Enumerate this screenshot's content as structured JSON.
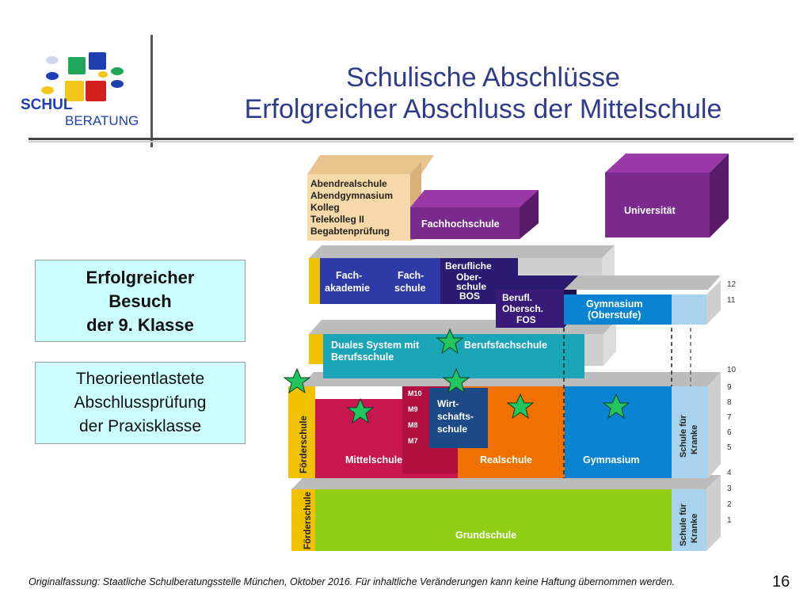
{
  "logo": {
    "line1": "SCHUL",
    "line2": "BERATUNG"
  },
  "title": {
    "line1": "Schulische Abschlüsse",
    "line2": "Erfolgreicher Abschluss der Mittelschule"
  },
  "box1": {
    "line1": "Erfolgreicher",
    "line2": "Besuch",
    "line3": "der 9. Klasse"
  },
  "box2": {
    "line1": "Theorieentlastete",
    "line2": "Abschlussprüfung",
    "line3": "der Praxisklasse"
  },
  "diagram": {
    "abend": [
      "Abendrealschule",
      "Abendgymnasium",
      "Kolleg",
      "Telekolleg II",
      "Begabtenprüfung"
    ],
    "fachhochschule": "Fachhochschule",
    "universitaet": "Universität",
    "fachakademie": [
      "Fach-",
      "akademie"
    ],
    "fachschule": [
      "Fach-",
      "schule"
    ],
    "bos": [
      "Berufliche",
      "Ober-",
      "schule",
      "BOS"
    ],
    "fos": [
      "Berufl.",
      "Obersch.",
      "FOS"
    ],
    "gym_oberstufe": [
      "Gymnasium",
      "(Oberstufe)"
    ],
    "duales": [
      "Duales System mit",
      "Berufsschule"
    ],
    "berufsfachschule": "Berufsfachschule",
    "foerderschule": "Förderschule",
    "mittelschule": "Mittelschule",
    "m_classes": [
      "M10",
      "M9",
      "M8",
      "M7"
    ],
    "wirtschaftsschule": [
      "Wirt-",
      "schafts-",
      "schule"
    ],
    "realschule": "Realschule",
    "gymnasium": "Gymnasium",
    "schule_fuer_kranke": [
      "Schule für",
      "Kranke"
    ],
    "grundschule": "Grundschule",
    "grades_upper": [
      "12",
      "11"
    ],
    "grades_mid": [
      "10",
      "9",
      "8",
      "7",
      "6",
      "5"
    ],
    "grades_low": [
      "4",
      "3",
      "2",
      "1"
    ]
  },
  "footer": "Originalfassung: Staatliche Schulberatungsstelle München, Oktober 2016.  Für inhaltliche Veränderungen kann keine Haftung übernommen werden.",
  "page_number": "16",
  "colors": {
    "title": "#2e3a8c",
    "box_bg": "#ccffff",
    "star": "#22c55e",
    "foerder": "#f2c200",
    "mittel": "#c8174f",
    "real": "#f07000",
    "gym": "#0a84d2",
    "grund": "#8fce14",
    "duales": "#1aa6b7",
    "fachakad": "#2e3aa8",
    "fos": "#3a1a78",
    "uni": "#7a2a8c",
    "abend": "#f6d9a8",
    "krank": "#a9d2ec"
  }
}
